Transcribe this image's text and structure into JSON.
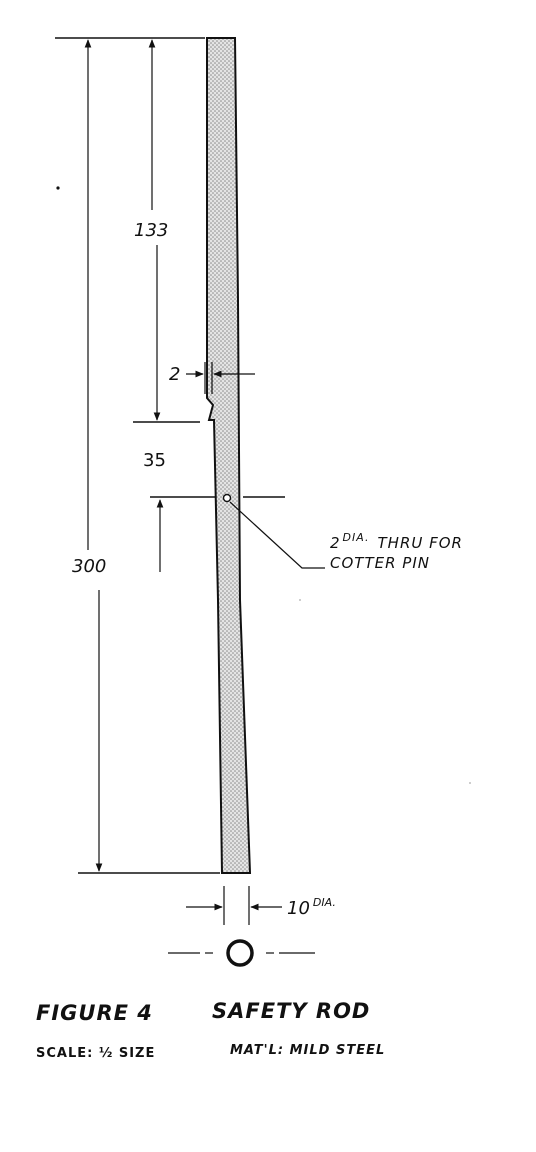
{
  "dimensions": {
    "upper_length": "133",
    "step_depth": "2",
    "pin_offset": "35",
    "total_length": "300",
    "diameter_value": "10",
    "diameter_suffix": "DIA."
  },
  "callout": {
    "line1_value": "2",
    "line1_suffix": "DIA.",
    "line1_rest": "THRU FOR",
    "line2": "COTTER PIN"
  },
  "caption": {
    "figure": "FIGURE 4",
    "title": "SAFETY ROD",
    "scale": "SCALE: ½ SIZE",
    "material": "MAT'L: MILD STEEL"
  },
  "colors": {
    "line": "#111111",
    "rod_fill": "#c9c9c9"
  }
}
